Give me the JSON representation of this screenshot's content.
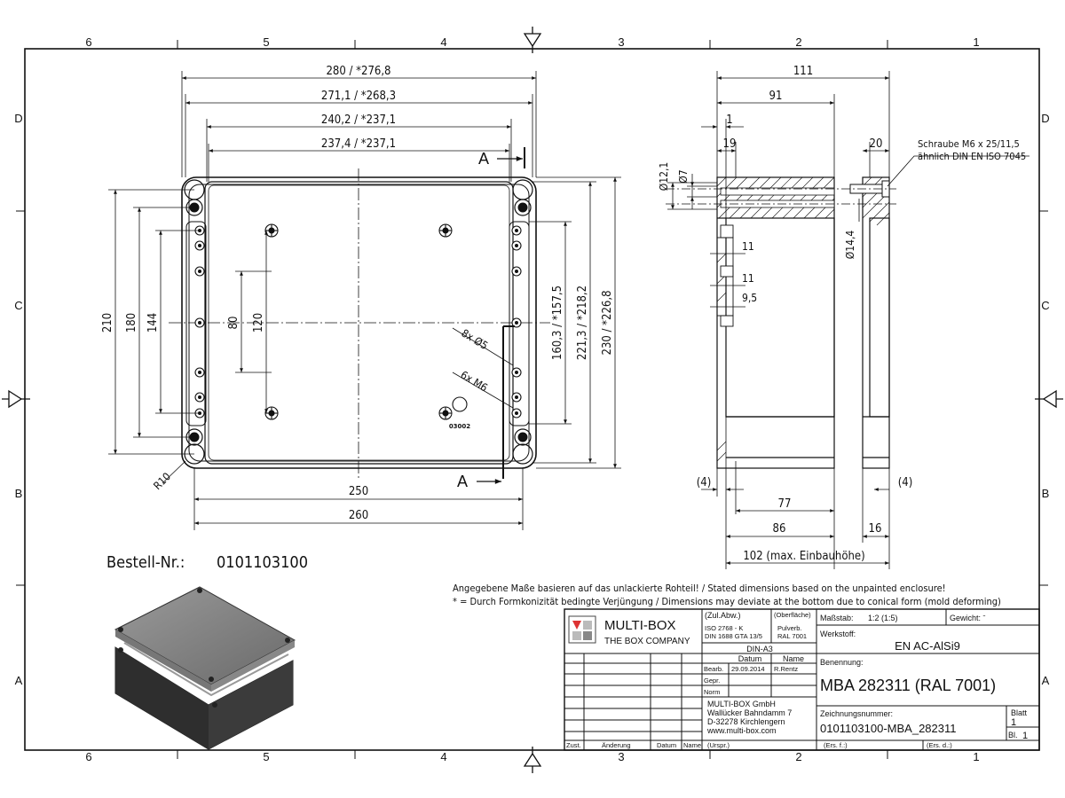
{
  "frame": {
    "zones_top": [
      "6",
      "5",
      "4",
      "3",
      "2",
      "1"
    ],
    "zones_bottom": [
      "6",
      "5",
      "4",
      "3",
      "2",
      "1"
    ],
    "rows_left": [
      "D",
      "C",
      "B",
      "A"
    ],
    "rows_right": [
      "D",
      "C",
      "B",
      "A"
    ]
  },
  "front_view": {
    "dim_280": "280 / *276,8",
    "dim_271": "271,1 / *268,3",
    "dim_240": "240,2 / *237,1",
    "dim_237": "237,4 / *237,1",
    "dim_250": "250",
    "dim_260": "260",
    "dim_210": "210",
    "dim_180": "180",
    "dim_144": "144",
    "dim_80": "80",
    "dim_120": "120",
    "dim_160": "160,3 / *157,5",
    "dim_221": "221,3 / *218,2",
    "dim_230": "230 / *226,8",
    "section_a": "A",
    "holes_5": "8x Ø5",
    "holes_m6": "6x M6",
    "radius": "R10",
    "part_code": "03002"
  },
  "side_view": {
    "dim_111": "111",
    "dim_91": "91",
    "dim_1": "1",
    "dim_19": "19",
    "dim_20": "20",
    "dim_d121": "Ø12,1",
    "dim_d7": "Ø7",
    "dim_d144": "Ø14,4",
    "dim_11a": "11",
    "dim_11b": "11",
    "dim_95": "9,5",
    "dim_4l": "(4)",
    "dim_4r": "(4)",
    "dim_77": "77",
    "dim_86": "86",
    "dim_16": "16",
    "dim_102": "102 (max. Einbauhöhe)",
    "screw_note_1": "Schraube M6 x 25/11,5",
    "screw_note_2": "ähnlich DIN EN ISO 7045"
  },
  "order": {
    "label": "Bestell-Nr.:",
    "number": "0101103100"
  },
  "notes": {
    "line1": "Angegebene Maße basieren auf das unlackierte Rohteil! / Stated dimensions based on the unpainted enclosure!",
    "line2": "* = Durch Formkonizität bedingte Verjüngung / Dimensions may deviate at the bottom due to conical form (mold deforming)"
  },
  "title_block": {
    "company": "MULTI-BOX",
    "tagline": "THE BOX COMPANY",
    "zul_abw": "(Zul.Abw.)",
    "iso_2768": "ISO 2768 - K",
    "din_1688": "DIN 1688 GTA 13/5",
    "oberflaeche": "(Oberfläche)",
    "pulverb": "Pulverb.",
    "ral": "RAL 7001",
    "format": "DIN-A3",
    "col_datum": "Datum",
    "col_name": "Name",
    "bearb": "Bearb.",
    "bearb_date": "29.09.2014",
    "bearb_name": "R.Rentz",
    "gepr": "Gepr.",
    "norm": "Norm",
    "addr1": "MULTI-BOX GmbH",
    "addr2": "Wallücker Bahndamm 7",
    "addr3": "D-32278 Kirchlengern",
    "addr4": "www.multi-box.com",
    "zust": "Zust.",
    "aenderung": "Änderung",
    "datum": "Datum",
    "name": "Name",
    "urspr": "(Urspr.)",
    "massstab_label": "Maßstab:",
    "massstab_value": "1:2 (1:5)",
    "gewicht_label": "Gewicht: ˉ",
    "werkstoff_label": "Werkstoff:",
    "werkstoff_value": "EN AC-AlSi9",
    "benennung_label": "Benennung:",
    "benennung_value": "MBA 282311 (RAL 7001)",
    "zeichnungsnummer_label": "Zeichnungsnummer:",
    "zeichnungsnummer_value": "0101103100-MBA_282311",
    "blatt_label": "Blatt",
    "blatt_value": "1",
    "bl_label": "Bl.",
    "bl_value": "1",
    "ers_f": "(Ers. f.:)",
    "ers_d": "(Ers. d.:)"
  }
}
